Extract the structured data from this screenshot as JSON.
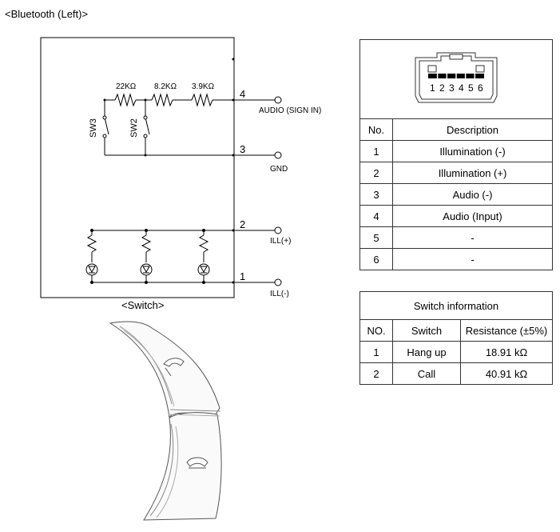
{
  "title": "<Bluetooth  (Left)>",
  "schematic": {
    "resistors": [
      "22KΩ",
      "8.2KΩ",
      "3.9KΩ"
    ],
    "switches": [
      "SW3",
      "SW2"
    ],
    "pins": [
      "4",
      "3",
      "2",
      "1"
    ],
    "pin_labels": [
      "AUDIO (SIGN IN)",
      "GND",
      "ILL(+)",
      "ILL(-)"
    ],
    "caption": "<Switch>"
  },
  "connector": {
    "pin_numbers": [
      "1",
      "2",
      "3",
      "4",
      "5",
      "6"
    ],
    "headers": {
      "no": "No.",
      "description": "Description"
    },
    "rows": [
      {
        "no": "1",
        "description": "Illumination (-)"
      },
      {
        "no": "2",
        "description": "Illumination (+)"
      },
      {
        "no": "3",
        "description": "Audio (-)"
      },
      {
        "no": "4",
        "description": "Audio (Input)"
      },
      {
        "no": "5",
        "description": "-"
      },
      {
        "no": "6",
        "description": "-"
      }
    ]
  },
  "switch_info": {
    "title": "Switch information",
    "headers": {
      "no": "NO.",
      "switch": "Switch",
      "resistance": "Resistance (±5%)"
    },
    "rows": [
      {
        "no": "1",
        "switch": "Hang up",
        "resistance": "18.91 kΩ"
      },
      {
        "no": "2",
        "switch": "Call",
        "resistance": "40.91 kΩ"
      }
    ]
  }
}
